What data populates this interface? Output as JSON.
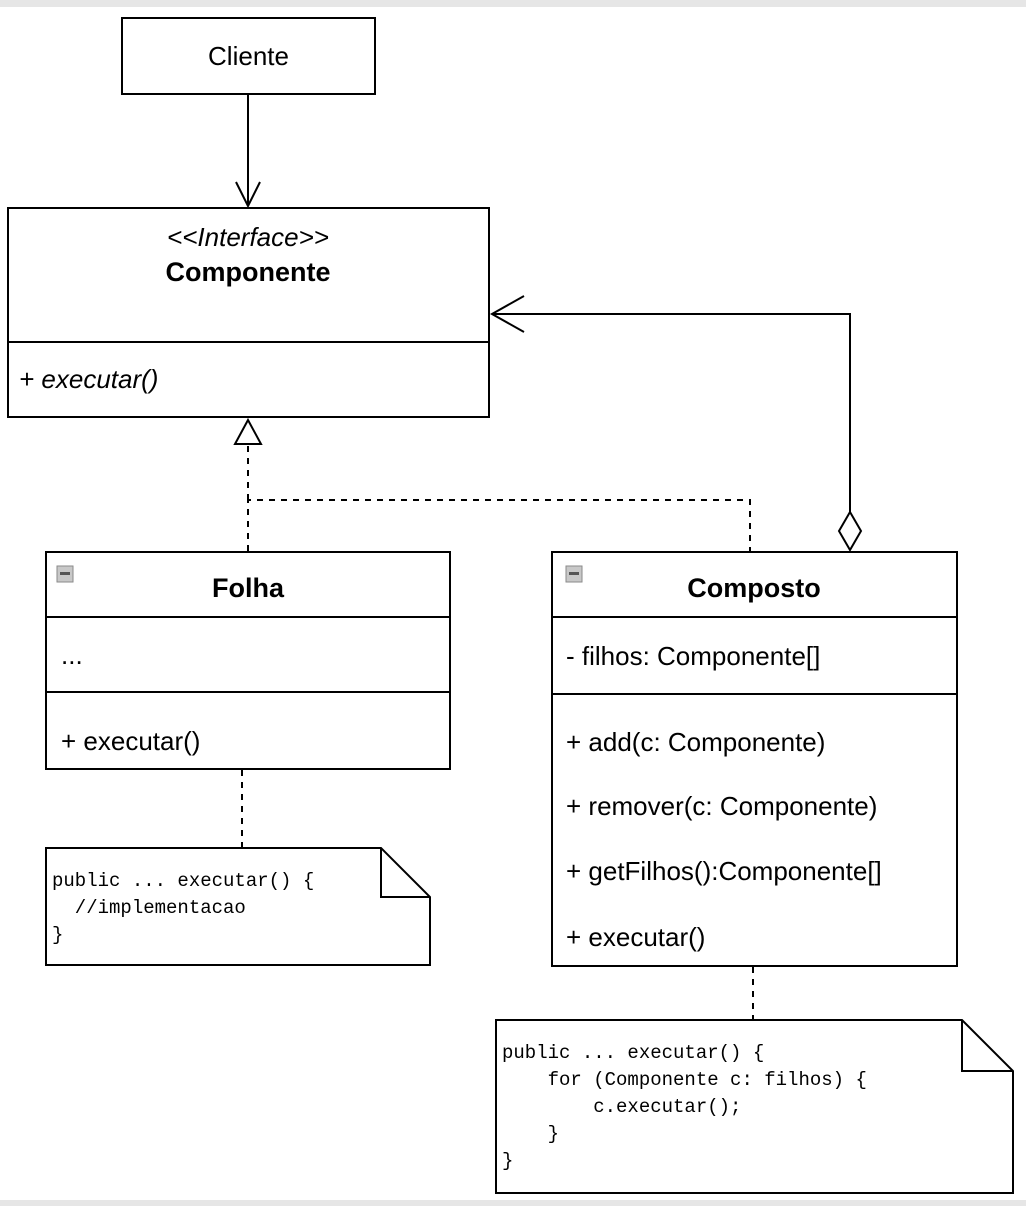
{
  "cliente": {
    "name": "Cliente"
  },
  "componente": {
    "stereotype": "<<Interface>>",
    "name": "Componente",
    "method": "+ executar()"
  },
  "folha": {
    "name": "Folha",
    "attributes": "...",
    "method": "+ executar()"
  },
  "composto": {
    "name": "Composto",
    "attribute": "- filhos: Componente[]",
    "methods": [
      "+ add(c: Componente)",
      "+ remover(c: Componente)",
      "+ getFilhos():Componente[]",
      "+ executar()"
    ]
  },
  "note_folha": {
    "lines": [
      "public ... executar() {",
      "  //implementacao",
      "}"
    ]
  },
  "note_composto": {
    "lines": [
      "public ... executar() {",
      "    for (Componente c: filhos) {",
      "        c.executar();",
      "    }",
      "}"
    ]
  }
}
